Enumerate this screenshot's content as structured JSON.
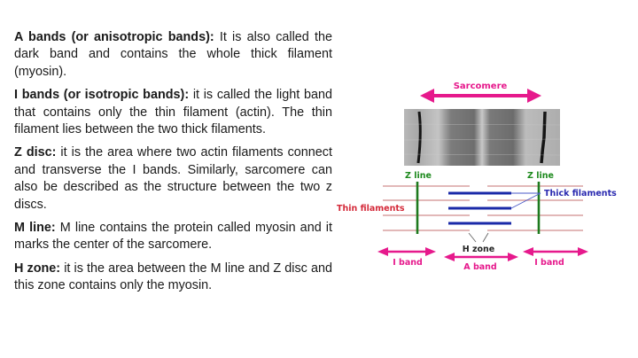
{
  "paragraphs": [
    {
      "term": "A bands (or anisotropic bands):",
      "body": " It is also called the dark band and contains the whole thick filament (myosin)."
    },
    {
      "term": "I bands (or isotropic bands):",
      "body": " it is called the light band that contains only the thin filament (actin). The thin filament lies between the two thick filaments."
    },
    {
      "term": "Z disc:",
      "body": " it is the area where two actin filaments connect and transverse the I bands. Similarly, sarcomere can also be described as the structure between the two z discs."
    },
    {
      "term": "M line:",
      "body": " M line contains the protein called myosin and it marks the center of the sarcomere."
    },
    {
      "term": "H zone:",
      "body": " it is the area between the M line and Z disc and this zone contains only the myosin."
    }
  ],
  "diagram": {
    "sarcomere_label": "Sarcomere",
    "z_line_left": "Z line",
    "z_line_right": "Z line",
    "thin_filaments_label": "Thin filaments",
    "thick_filaments_label": "Thick filaments",
    "h_zone_label": "H zone",
    "i_band_left_label": "I band",
    "a_band_label": "A band",
    "i_band_right_label": "I band",
    "colors": {
      "arrow_magenta": "#e6198c",
      "z_line_green": "#1e7a1e",
      "thick_blue": "#1a2aa8",
      "thin_red": "#d9a0a0",
      "thin_label_red": "#d42a3a",
      "thick_label_blue": "#2a2ab0"
    }
  }
}
